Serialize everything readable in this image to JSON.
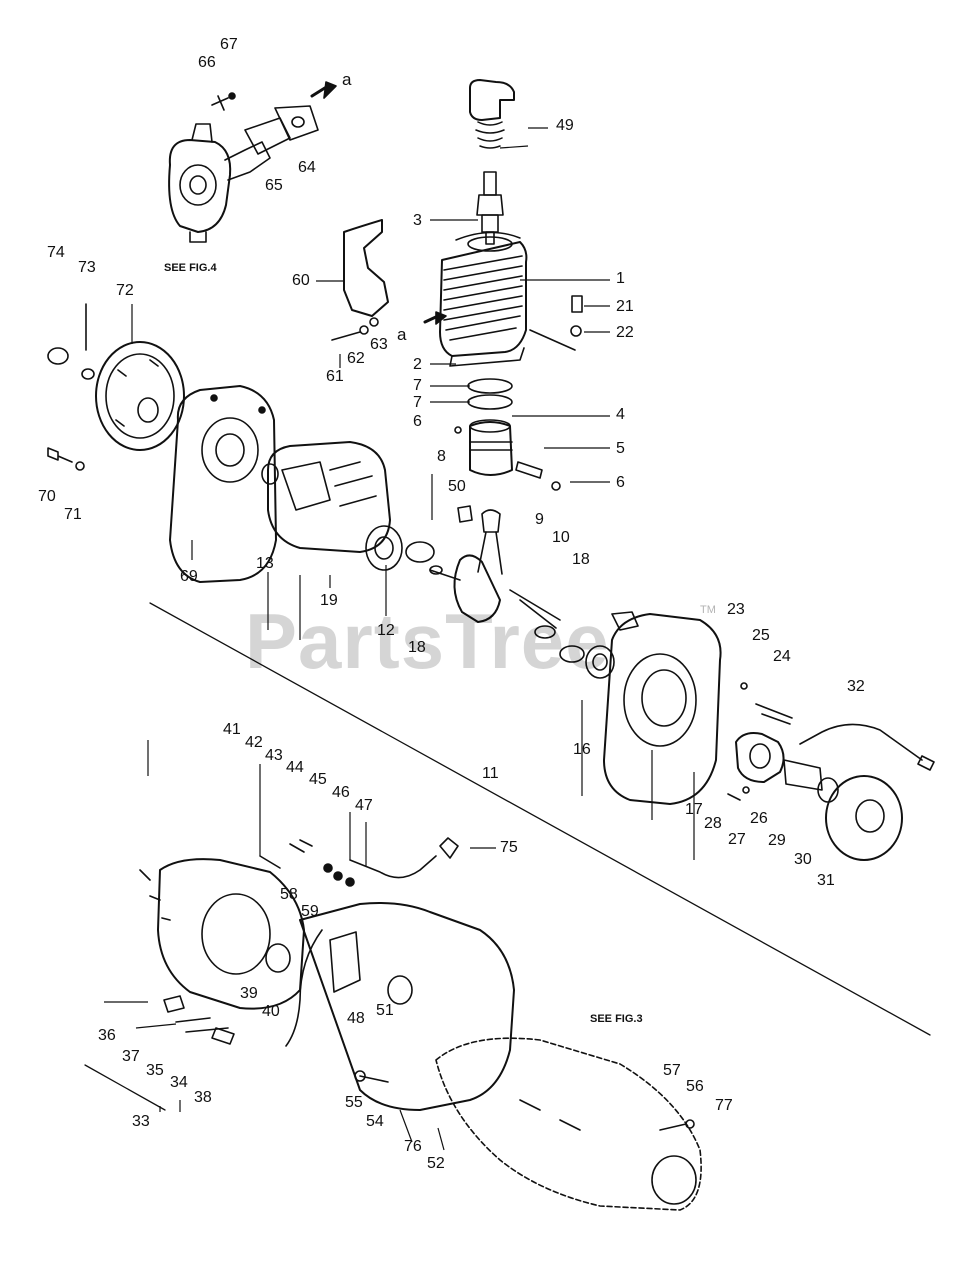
{
  "watermark": {
    "text": "PartsTree",
    "tm": "TM"
  },
  "references": {
    "fig4": "SEE FIG.4",
    "fig3": "SEE FIG.3"
  },
  "arrow_label": "a",
  "labels": {
    "p1": "1",
    "p2": "2",
    "p3": "3",
    "p4": "4",
    "p5": "5",
    "p6a": "6",
    "p6b": "6",
    "p7a": "7",
    "p7b": "7",
    "p8": "8",
    "p9": "9",
    "p10": "10",
    "p11": "11",
    "p12": "12",
    "p13": "13",
    "p16": "16",
    "p17": "17",
    "p18a": "18",
    "p18b": "18",
    "p19": "19",
    "p21": "21",
    "p22": "22",
    "p23": "23",
    "p24": "24",
    "p25": "25",
    "p26": "26",
    "p27": "27",
    "p28": "28",
    "p29": "29",
    "p30": "30",
    "p31": "31",
    "p32": "32",
    "p33": "33",
    "p34": "34",
    "p35": "35",
    "p36": "36",
    "p37": "37",
    "p38": "38",
    "p39": "39",
    "p40": "40",
    "p41": "41",
    "p42": "42",
    "p43": "43",
    "p44": "44",
    "p45": "45",
    "p46": "46",
    "p47": "47",
    "p48": "48",
    "p49": "49",
    "p50": "50",
    "p51": "51",
    "p52": "52",
    "p54": "54",
    "p55": "55",
    "p56": "56",
    "p57": "57",
    "p58": "58",
    "p59": "59",
    "p60": "60",
    "p61": "61",
    "p62": "62",
    "p63": "63",
    "p64": "64",
    "p65": "65",
    "p66": "66",
    "p67": "67",
    "p69": "69",
    "p70": "70",
    "p71": "71",
    "p72": "72",
    "p73": "73",
    "p74": "74",
    "p75": "75",
    "p76": "76",
    "p77": "77"
  }
}
